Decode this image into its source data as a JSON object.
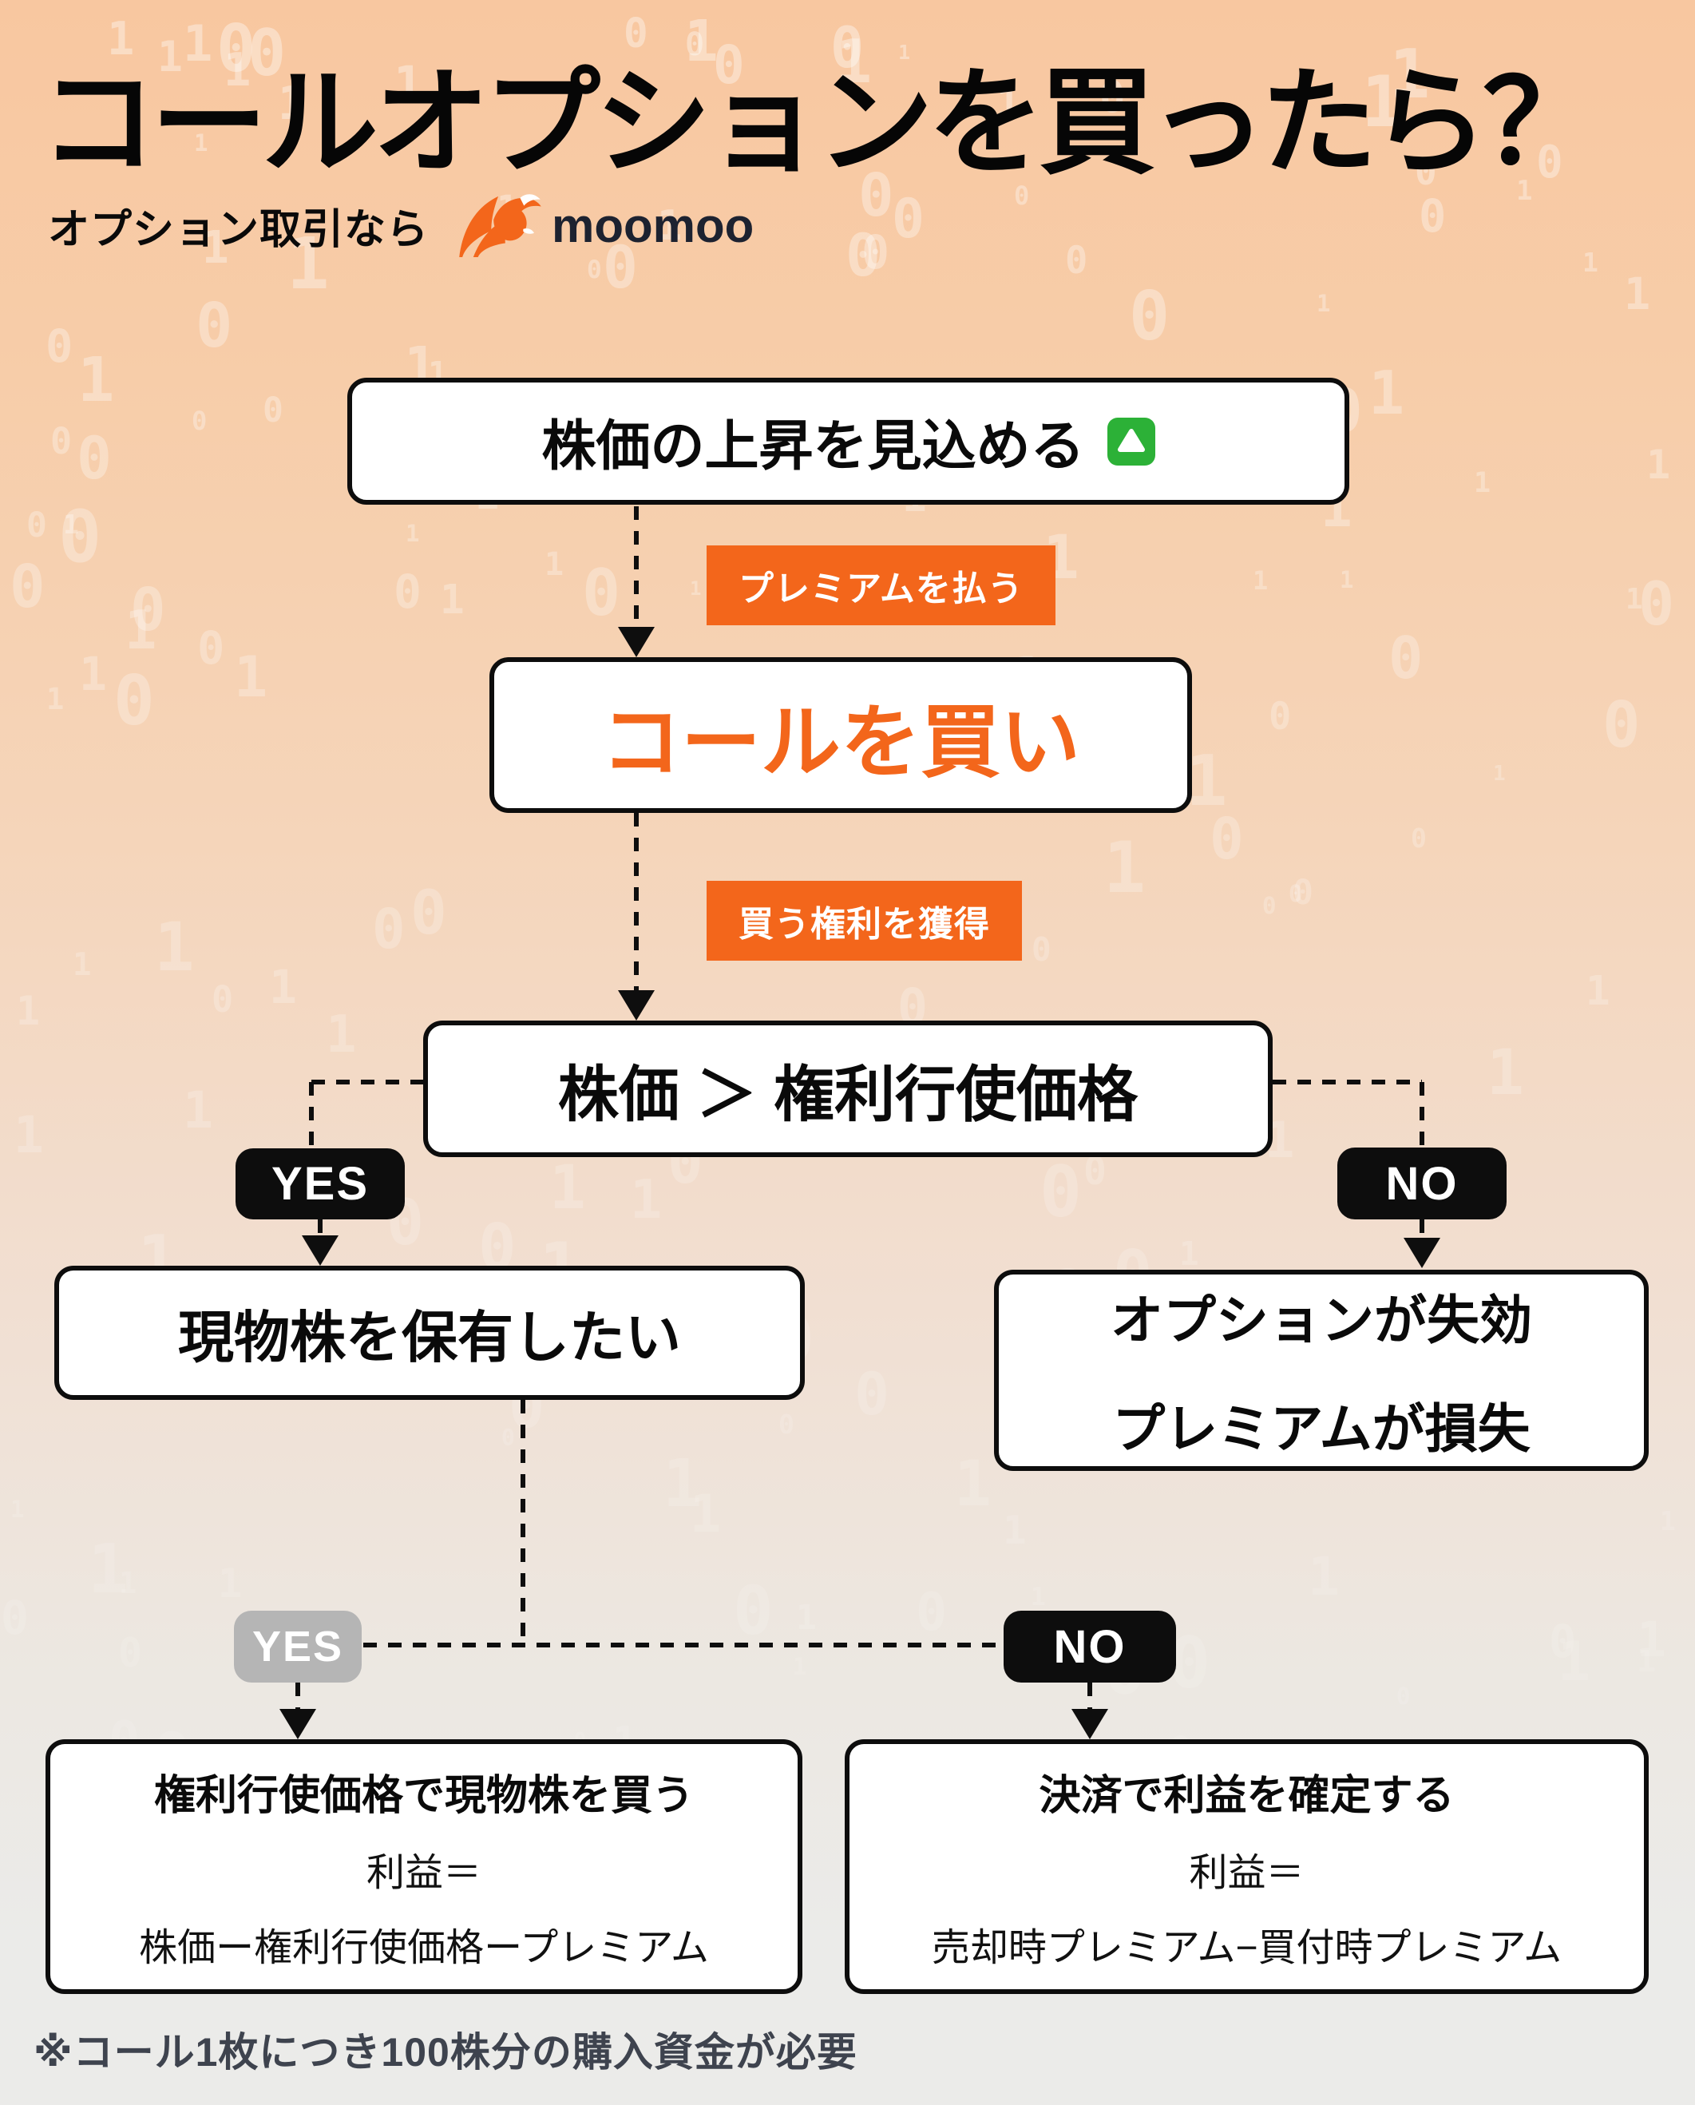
{
  "page": {
    "title": "コールオプションを買ったら？",
    "subtitle": "オプション取引なら",
    "brand": "moomoo",
    "footnote": "※コール1枚につき100株分の購入資金が必要"
  },
  "flow": {
    "box_expect": "株価の上昇を見込める",
    "label_pay_premium": "プレミアムを払う",
    "box_buy_call": "コールを買い",
    "label_acquire_right": "買う権利を獲得",
    "box_condition": "株価 ＞ 権利行使価格",
    "badge_yes1": "YES",
    "badge_no1": "NO",
    "box_hold": "現物株を保有したい",
    "box_expire_line1": "オプションが失効",
    "box_expire_line2": "プレミアムが損失",
    "badge_yes2": "YES",
    "badge_no2": "NO",
    "box_exercise_title": "権利行使価格で現物株を買う",
    "box_exercise_line2": "利益＝",
    "box_exercise_line3": "株価ー権利行使価格ープレミアム",
    "box_settle_title": "決済で利益を確定する",
    "box_settle_line2": "利益＝",
    "box_settle_line3": "売却時プレミアム−買付時プレミアム"
  },
  "icons": {
    "up_icon": "green-up-triangle-badge",
    "bull_icon": "moomoo-bull"
  },
  "colors": {
    "accent_orange": "#F3661B",
    "green_up": "#2CB137",
    "badge_black": "#0D0D0D",
    "badge_gray": "#B5B5B5",
    "brand_text": "#1D2230",
    "background_top": "#F8C7A0",
    "background_bottom": "#EBEBE9"
  },
  "background": {
    "digits": [
      "0",
      "1"
    ]
  }
}
